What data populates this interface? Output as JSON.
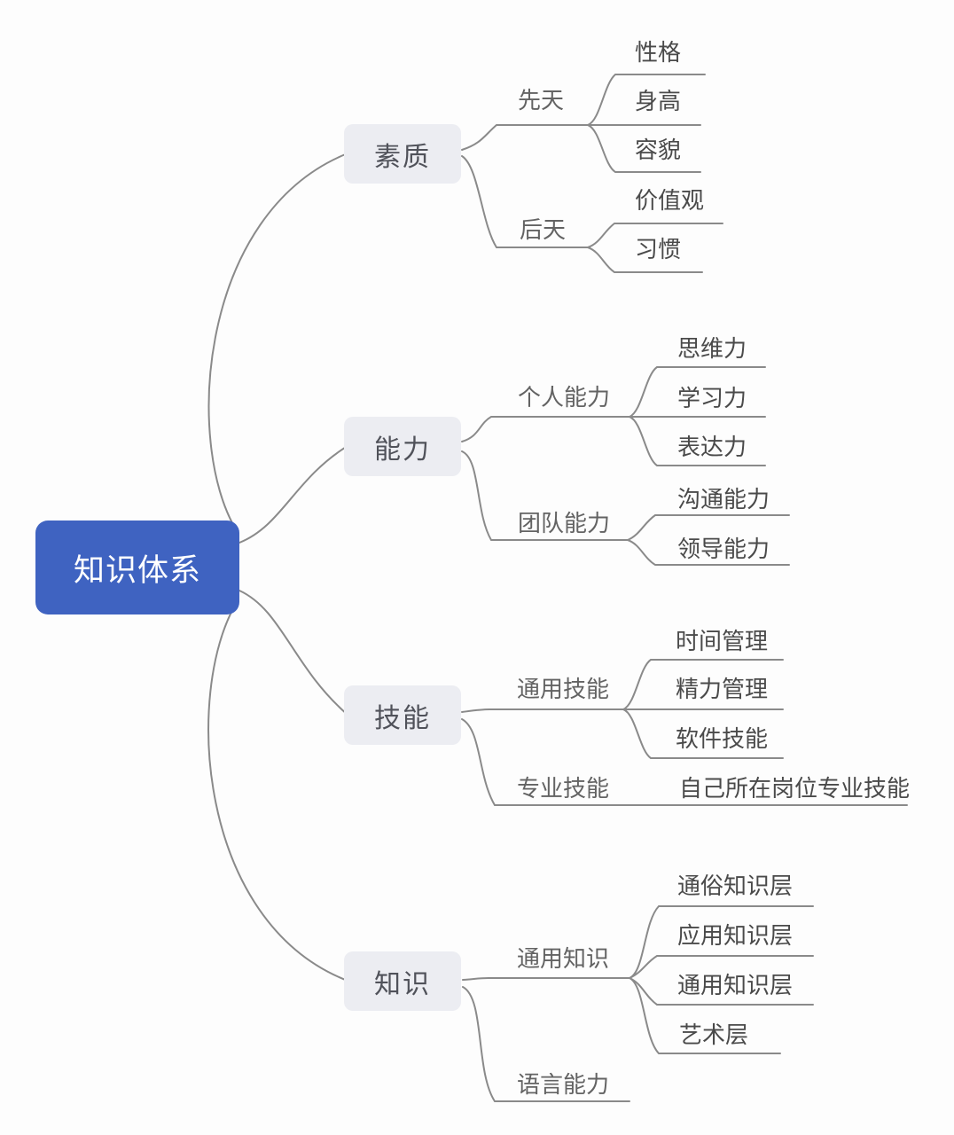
{
  "root": {
    "label": "知识体系"
  },
  "branches": [
    {
      "label": "素质",
      "children": [
        {
          "label": "先天",
          "children": [
            {
              "label": "性格"
            },
            {
              "label": "身高"
            },
            {
              "label": "容貌"
            }
          ]
        },
        {
          "label": "后天",
          "children": [
            {
              "label": "价值观"
            },
            {
              "label": "习惯"
            }
          ]
        }
      ]
    },
    {
      "label": "能力",
      "children": [
        {
          "label": "个人能力",
          "children": [
            {
              "label": "思维力"
            },
            {
              "label": "学习力"
            },
            {
              "label": "表达力"
            }
          ]
        },
        {
          "label": "团队能力",
          "children": [
            {
              "label": "沟通能力"
            },
            {
              "label": "领导能力"
            }
          ]
        }
      ]
    },
    {
      "label": "技能",
      "children": [
        {
          "label": "通用技能",
          "children": [
            {
              "label": "时间管理"
            },
            {
              "label": "精力管理"
            },
            {
              "label": "软件技能"
            }
          ]
        },
        {
          "label": "专业技能",
          "children": [
            {
              "label": "自己所在岗位专业技能"
            }
          ]
        }
      ]
    },
    {
      "label": "知识",
      "children": [
        {
          "label": "通用知识",
          "children": [
            {
              "label": "通俗知识层"
            },
            {
              "label": "应用知识层"
            },
            {
              "label": "通用知识层"
            },
            {
              "label": "艺术层"
            }
          ]
        },
        {
          "label": "语言能力",
          "children": []
        }
      ]
    }
  ],
  "colors": {
    "root_background": "#3f63c1",
    "root_text": "#ffffff",
    "branch_background": "#ecedf2",
    "branch_text": "#50525a",
    "label_text": "#4a4a4a",
    "sublabel_text": "#636363",
    "line": "#8a8a8a",
    "page_background": "#fdfdfd"
  }
}
